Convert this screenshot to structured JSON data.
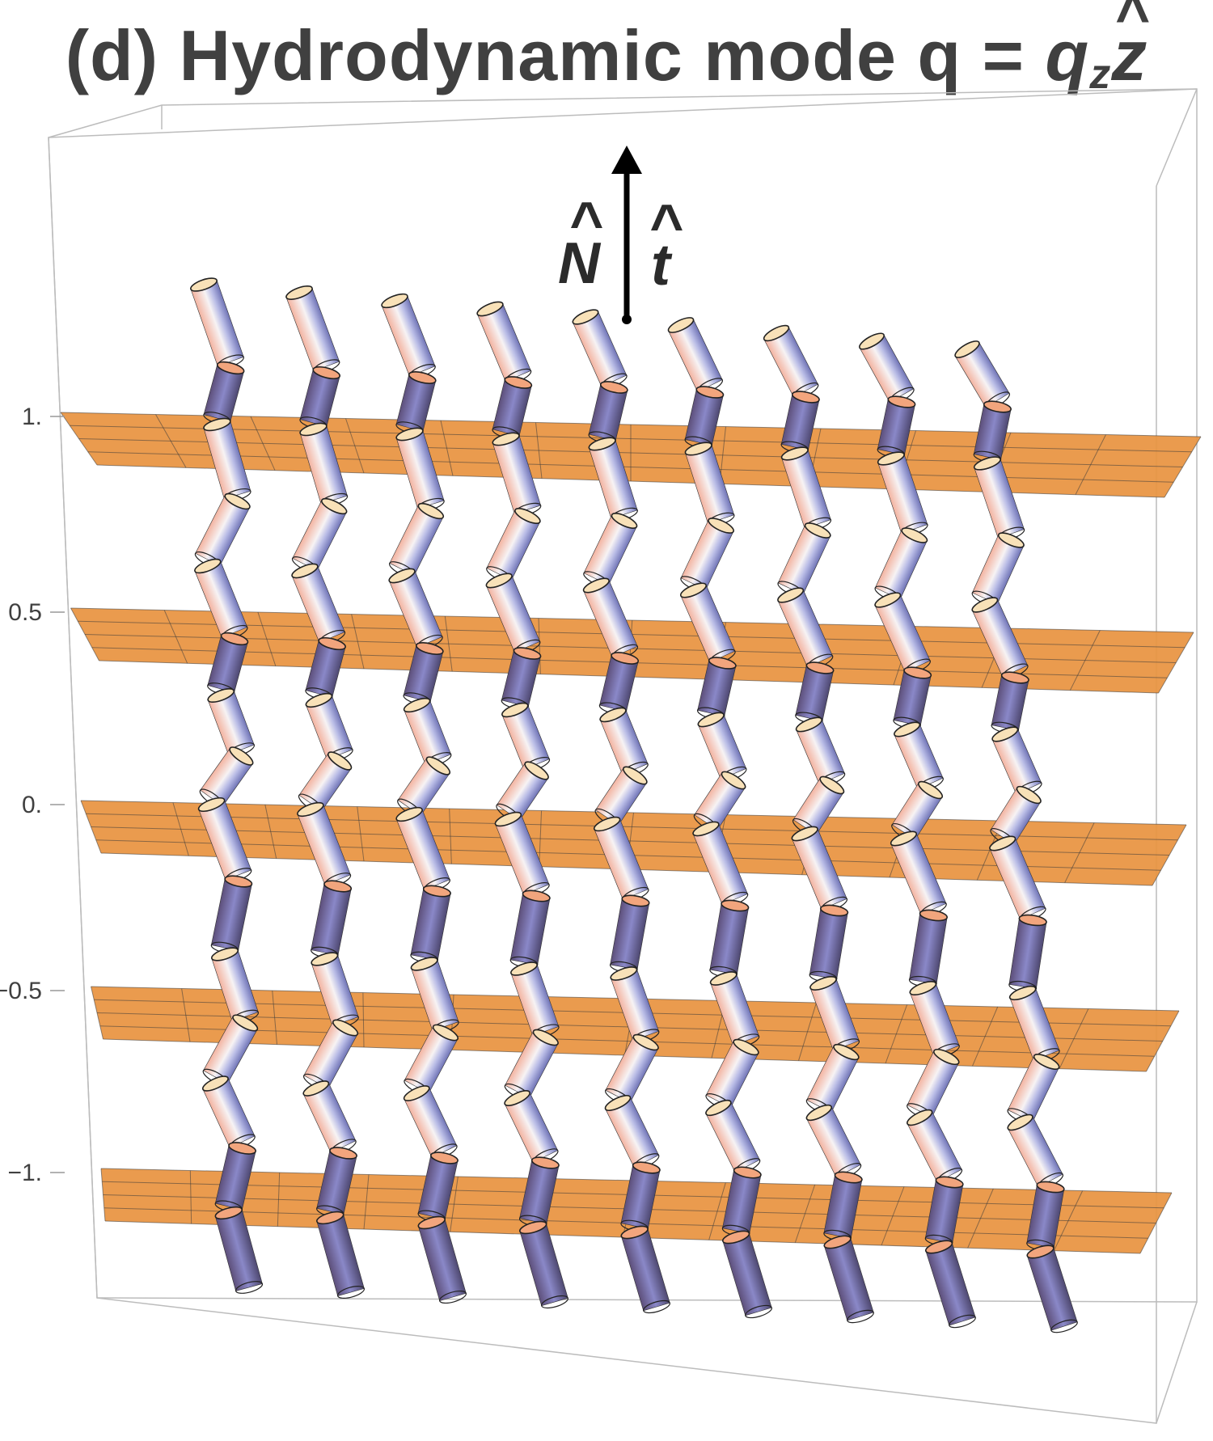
{
  "title": {
    "prefix": "(d) Hydrodynamic mode ",
    "bold_q": "q",
    "equals": " = ",
    "q_var": "q",
    "q_sub": "z",
    "unit_vec": "z"
  },
  "chart_data": {
    "type": "3d-schematic",
    "z_axis": {
      "ticks": [
        1.0,
        0.5,
        0.0,
        -0.5,
        -1.0
      ],
      "tick_labels": [
        "1.",
        "0.5",
        "0.",
        "−0.5",
        "−1."
      ]
    },
    "layers_z": [
      1.0,
      0.5,
      0.0,
      -0.5,
      -1.0
    ],
    "columns": 9,
    "vectors": {
      "normal": "N",
      "tangent": "t"
    },
    "colors": {
      "plane": "#e8933f",
      "grid": "#3a3a3a",
      "rod_warm": "#f1b9a6",
      "rod_cool": "#7d7fbf",
      "box": "#b8b8b8"
    }
  }
}
